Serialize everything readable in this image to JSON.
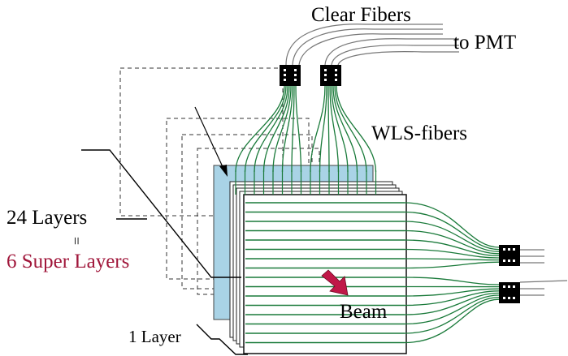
{
  "labels": {
    "clear_fibers": "Clear Fibers",
    "to_pmt": "to PMT",
    "wls_fibers": "WLS-fibers",
    "layers_24": "24 Layers",
    "equals": "=",
    "super_layers": "6 Super Layers",
    "beam": "Beam",
    "one_layer": "1 Layer"
  },
  "colors": {
    "wls_fiber": "#1a7a3a",
    "scintillator": "#a9d3e6",
    "super_layers_text": "#a0163a",
    "beam_arrow": "#c01848",
    "connector": "#000000"
  }
}
